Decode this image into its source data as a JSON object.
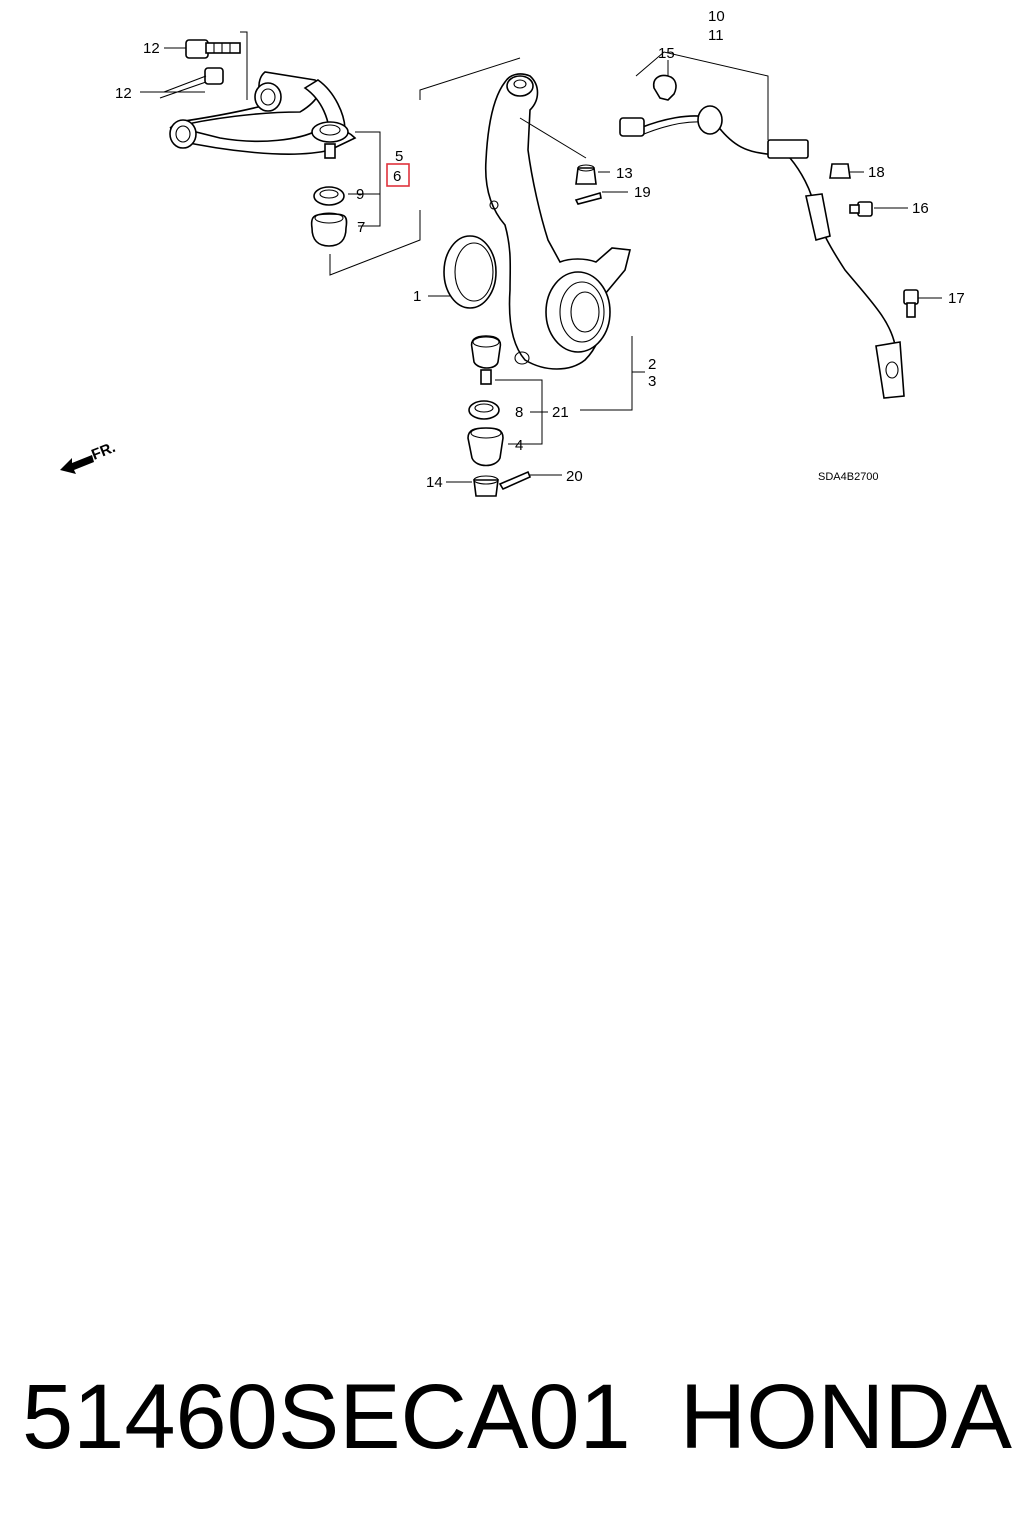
{
  "diagram": {
    "callouts": {
      "n1": "1",
      "n2": "2",
      "n3": "3",
      "n4": "4",
      "n5": "5",
      "n6": "6",
      "n7": "7",
      "n8": "8",
      "n9": "9",
      "n10": "10",
      "n11": "11",
      "n12a": "12",
      "n12b": "12",
      "n13": "13",
      "n14": "14",
      "n15": "15",
      "n16": "16",
      "n17": "17",
      "n18": "18",
      "n19": "19",
      "n20": "20",
      "n21": "21"
    },
    "front_marker": "FR.",
    "diagram_code": "SDA4B2700",
    "highlight_color": "#e0323c"
  },
  "caption": {
    "part_number": "51460SECA01",
    "brand": "HONDA"
  }
}
